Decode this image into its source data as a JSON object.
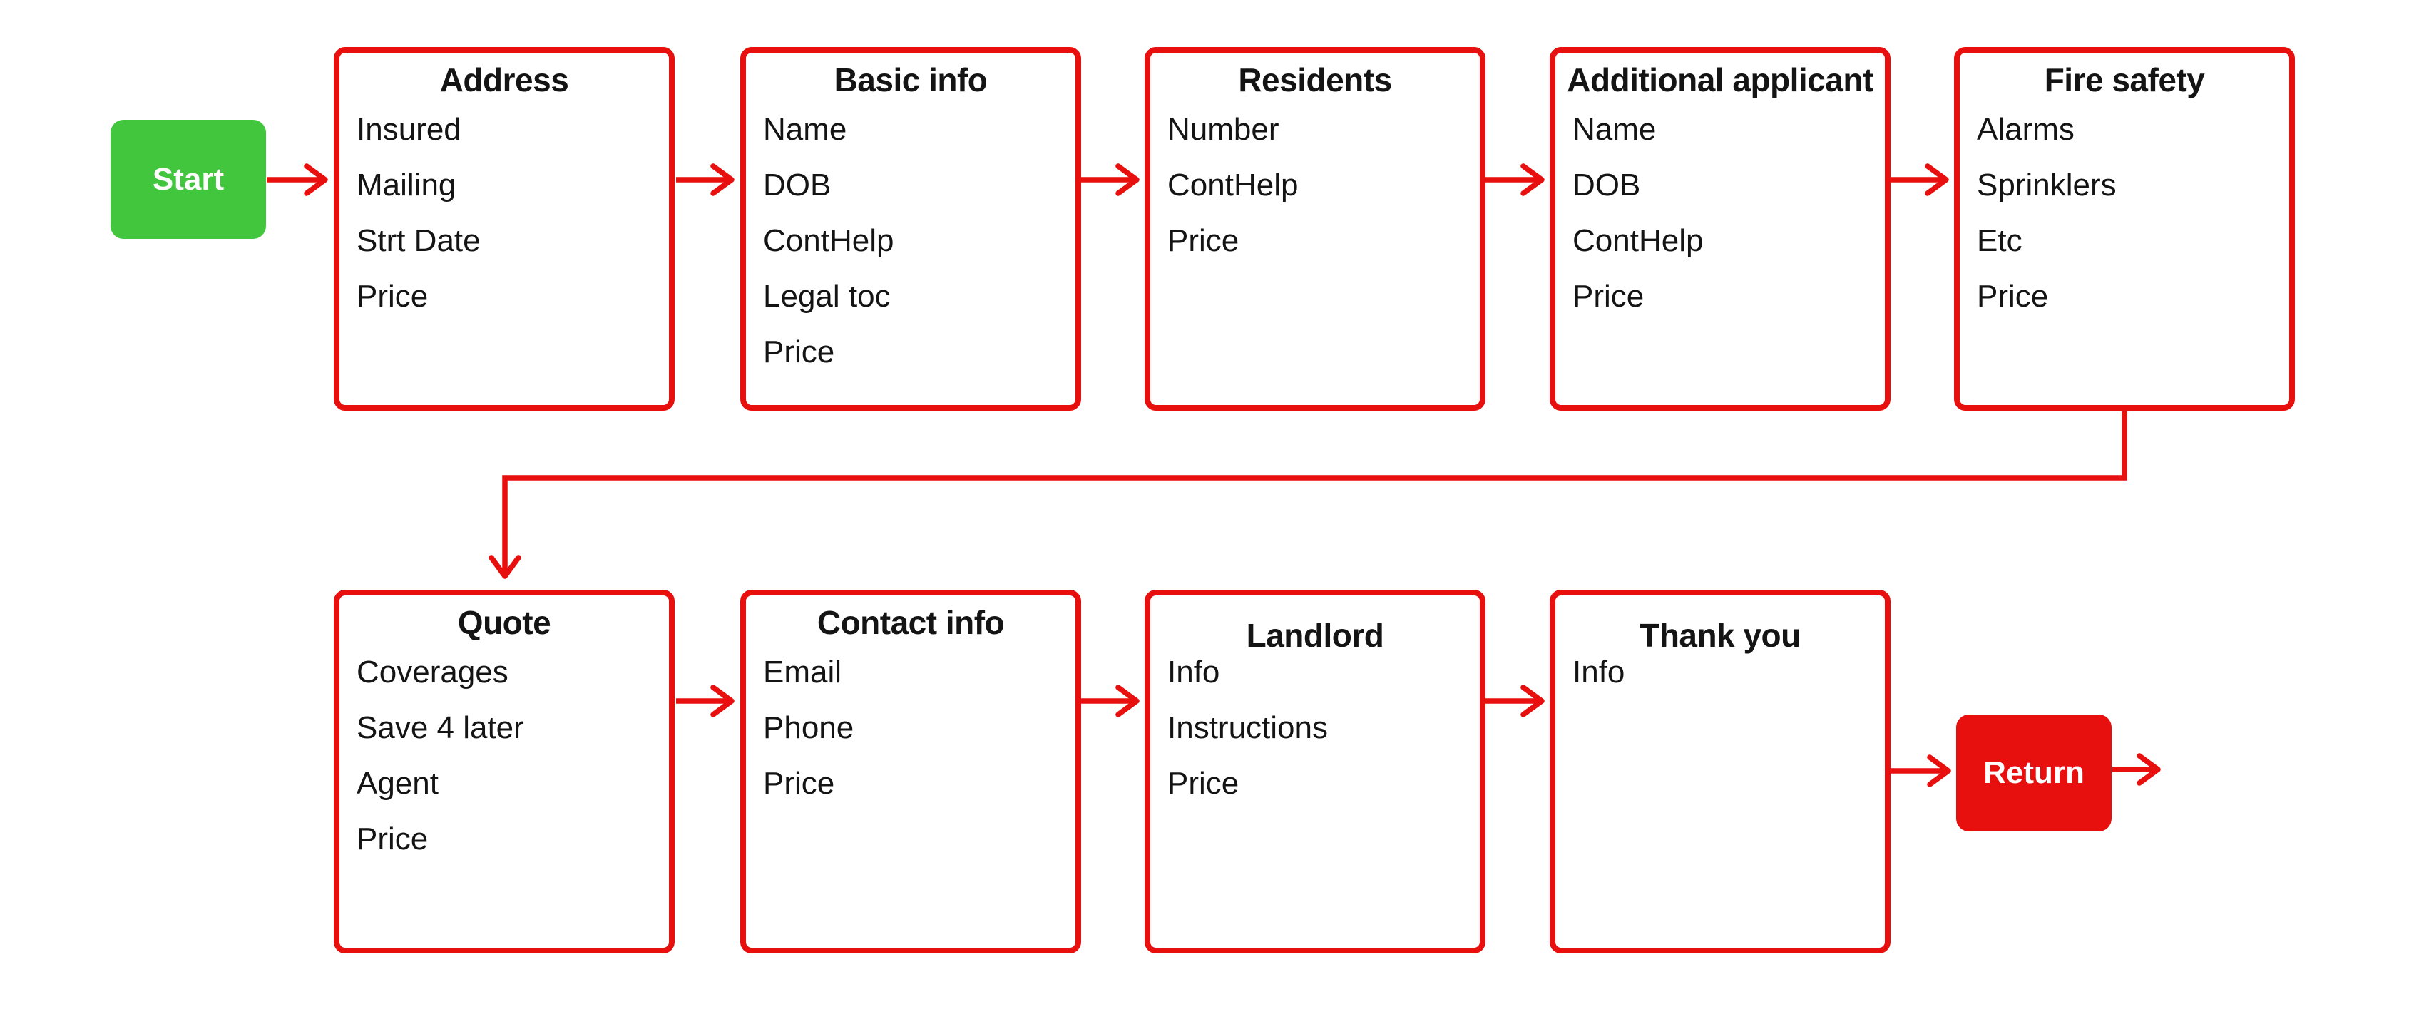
{
  "diagram": {
    "start_label": "Start",
    "return_label": "Return",
    "colors": {
      "accent_red": "#e80f0f",
      "start_green": "#41c63e",
      "text": "#141414",
      "background": "#ffffff"
    },
    "steps": [
      {
        "title": "Address",
        "items": [
          "Insured",
          "Mailing",
          "Strt Date",
          "Price"
        ]
      },
      {
        "title": "Basic info",
        "items": [
          "Name",
          "DOB",
          "ContHelp",
          "Legal toc",
          "Price"
        ]
      },
      {
        "title": "Residents",
        "items": [
          "Number",
          "ContHelp",
          "Price"
        ]
      },
      {
        "title": "Additional applicant",
        "items": [
          "Name",
          "DOB",
          "ContHelp",
          "Price"
        ]
      },
      {
        "title": "Fire safety",
        "items": [
          "Alarms",
          "Sprinklers",
          "Etc",
          "Price"
        ]
      },
      {
        "title": "Quote",
        "items": [
          "Coverages",
          "Save 4 later",
          "Agent",
          "Price"
        ]
      },
      {
        "title": "Contact info",
        "items": [
          "Email",
          "Phone",
          "Price"
        ]
      },
      {
        "title": "Landlord",
        "items": [
          "Info",
          "Instructions",
          "Price"
        ]
      },
      {
        "title": "Thank you",
        "items": [
          "Info"
        ]
      }
    ]
  }
}
